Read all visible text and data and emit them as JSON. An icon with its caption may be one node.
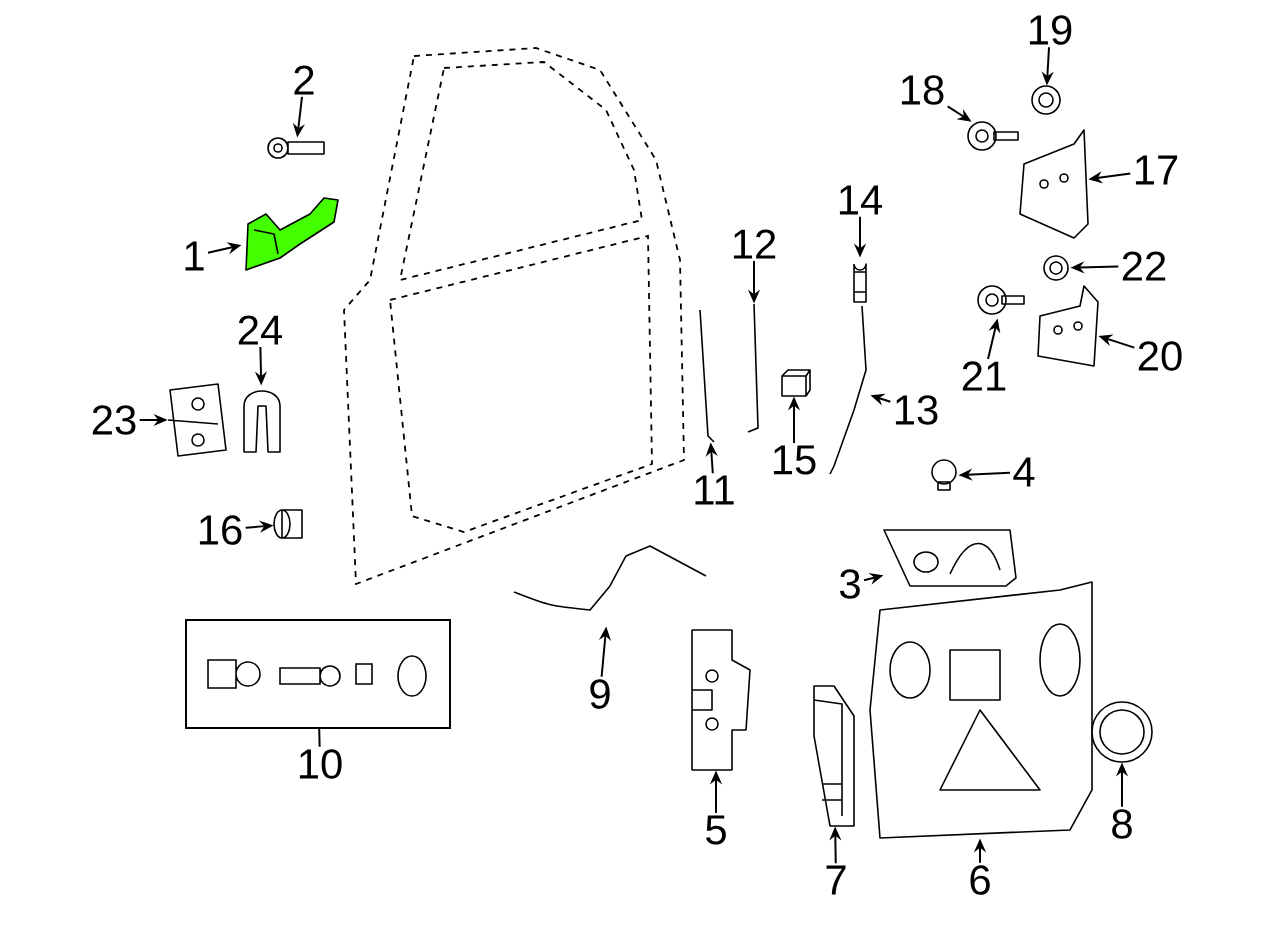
{
  "diagram": {
    "nodes": [
      {
        "text": [
          "1"
        ]
      },
      {
        "text": [
          "2"
        ]
      },
      {
        "text": [
          "3"
        ]
      },
      {
        "text": [
          "4"
        ]
      },
      {
        "text": [
          "5"
        ]
      },
      {
        "text": [
          "6"
        ]
      },
      {
        "text": [
          "7"
        ]
      },
      {
        "text": [
          "8"
        ]
      },
      {
        "text": [
          "9"
        ]
      },
      {
        "text": [
          "10"
        ]
      },
      {
        "text": [
          "11"
        ]
      },
      {
        "text": [
          "12"
        ]
      },
      {
        "text": [
          "13"
        ]
      },
      {
        "text": [
          "14"
        ]
      },
      {
        "text": [
          "15"
        ]
      },
      {
        "text": [
          "16"
        ]
      },
      {
        "text": [
          "17"
        ]
      },
      {
        "text": [
          "18"
        ]
      },
      {
        "text": [
          "19"
        ]
      },
      {
        "text": [
          "20"
        ]
      },
      {
        "text": [
          "21"
        ]
      },
      {
        "text": [
          "22"
        ]
      },
      {
        "text": [
          "23"
        ]
      },
      {
        "text": [
          "24"
        ]
      },
      {
        "text": [],
        "shape": "picture"
      },
      {
        "text": [],
        "shape": "picture"
      },
      {
        "text": [],
        "shape": "picture"
      },
      {
        "text": [],
        "shape": "picture"
      },
      {
        "text": [],
        "shape": "picture"
      },
      {
        "text": [],
        "shape": "picture"
      },
      {
        "text": [],
        "shape": "picture"
      },
      {
        "text": [],
        "shape": "picture"
      },
      {
        "text": [],
        "shape": "picture"
      },
      {
        "text": [],
        "shape": "box"
      },
      {
        "text": [],
        "shape": "picture"
      },
      {
        "text": [],
        "shape": "picture"
      },
      {
        "text": [],
        "shape": "picture"
      },
      {
        "text": [],
        "shape": "picture"
      },
      {
        "text": [],
        "shape": "picture"
      },
      {
        "text": [],
        "shape": "picture"
      },
      {
        "text": [],
        "shape": "picture"
      },
      {
        "text": [],
        "shape": "picture"
      },
      {
        "text": [],
        "shape": "picture"
      },
      {
        "text": [],
        "shape": "picture"
      },
      {
        "text": [],
        "shape": "picture"
      },
      {
        "text": [],
        "shape": "picture"
      },
      {
        "text": [],
        "shape": "picture"
      },
      {
        "text": [],
        "shape": "picture"
      }
    ],
    "edges": [
      {
        "from": 0,
        "to": 24,
        "arrow": "to"
      },
      {
        "from": 1,
        "to": 25,
        "arrow": "to"
      },
      {
        "from": 2,
        "to": 26,
        "arrow": "to"
      },
      {
        "from": 3,
        "to": 27,
        "arrow": "to"
      },
      {
        "from": 4,
        "to": 28,
        "arrow": "to"
      },
      {
        "from": 5,
        "to": 29,
        "arrow": "to"
      },
      {
        "from": 6,
        "to": 30,
        "arrow": "to"
      },
      {
        "from": 7,
        "to": 31,
        "arrow": "to"
      },
      {
        "from": 8,
        "to": 32,
        "arrow": "to"
      },
      {
        "from": 9,
        "to": 33,
        "arrow": "none"
      },
      {
        "from": 10,
        "to": 34,
        "arrow": "to"
      },
      {
        "from": 11,
        "to": 35,
        "arrow": "to"
      },
      {
        "from": 12,
        "to": 36,
        "arrow": "to"
      },
      {
        "from": 13,
        "to": 37,
        "arrow": "to"
      },
      {
        "from": 14,
        "to": 38,
        "arrow": "to"
      },
      {
        "from": 15,
        "to": 39,
        "arrow": "to"
      },
      {
        "from": 16,
        "to": 40,
        "arrow": "to"
      },
      {
        "from": 17,
        "to": 41,
        "arrow": "to"
      },
      {
        "from": 18,
        "to": 42,
        "arrow": "to"
      },
      {
        "from": 19,
        "to": 43,
        "arrow": "to"
      },
      {
        "from": 20,
        "to": 44,
        "arrow": "to"
      },
      {
        "from": 21,
        "to": 45,
        "arrow": "to"
      },
      {
        "from": 22,
        "to": 46,
        "arrow": "to"
      },
      {
        "from": 23,
        "to": 47,
        "arrow": "to"
      }
    ]
  }
}
